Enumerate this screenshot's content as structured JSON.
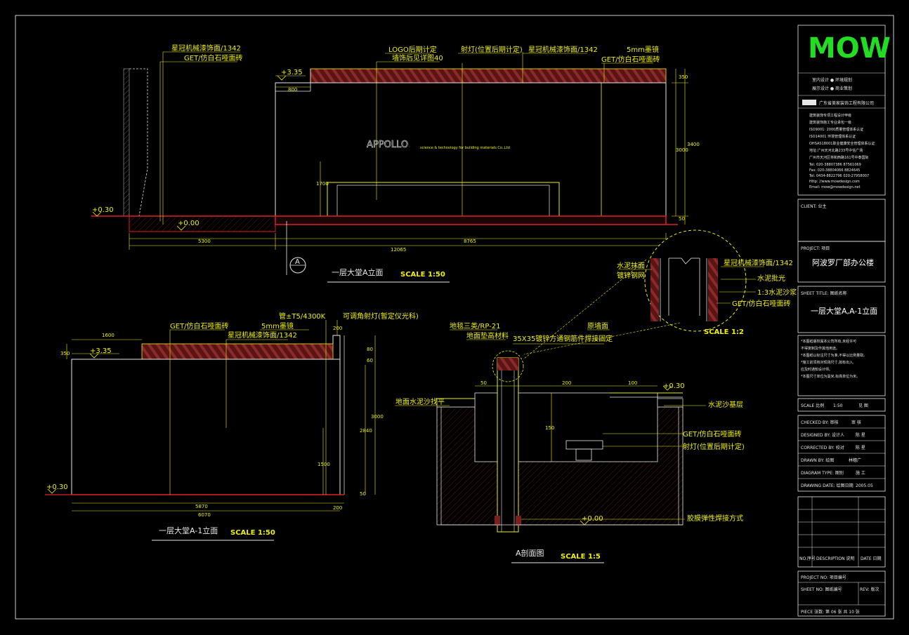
{
  "drawing_a": {
    "title": "一层大堂A立面",
    "scale": "SCALE 1:50",
    "labels": {
      "l1": "星冠机械漆饰面/1342",
      "l2": "GET/仿白石哑面砖",
      "l3": "LOGO后期计定",
      "l4": "墙饰后见详图40",
      "l5": "射灯(位置后期计定)",
      "l6": "星冠机械漆饰面/1342",
      "l7": "5mm墨镜",
      "l8": "GET/仿白石哑面砖"
    },
    "levels": {
      "top": "+3.35",
      "floor": "+0.00",
      "left": "+0.30"
    },
    "dims": {
      "d1": "5300",
      "d2": "8765",
      "d3": "12065",
      "d4": "800",
      "d5": "1700",
      "d6": "3000",
      "d7": "3400",
      "d8": "350",
      "d9": "50"
    },
    "brand": "APPOLLO",
    "brand_sub": "science & technology for building materials Co.,Ltd",
    "section_mark": "A"
  },
  "drawing_b": {
    "title": "一层大堂A-1立面",
    "scale": "SCALE 1:50",
    "labels": {
      "l1": "GET/仿白石哑面砖",
      "l2": "5mm墨镜",
      "l3": "星冠机械漆饰面/1342",
      "l4": "管±T5/4300K",
      "l5": "可调角射灯(暂定仪光科)"
    },
    "levels": {
      "top": "+3.35",
      "left": "+0.30"
    },
    "dims": {
      "d1": "1600",
      "d2": "5870",
      "d3": "6070",
      "d4": "200",
      "d5": "200",
      "d6": "350",
      "d7": "1500",
      "d8": "2840",
      "d9": "3000",
      "d10": "80",
      "d11": "60",
      "d12": "50"
    }
  },
  "drawing_c": {
    "title": "A剖面图",
    "scale": "SCALE 1:5",
    "labels": {
      "l1": "地毯三类/RP-21",
      "l2": "地面垫高材料",
      "l3": "35X35镀锌方通钢筋件焊接固定",
      "l4": "原墙面",
      "l5": "地面水泥沙找平",
      "l6": "水泥沙基层",
      "l7": "GET/仿白石哑面砖",
      "l8": "射灯(位置后期计定)",
      "l9": "胶膜弹性焊接方式"
    },
    "levels": {
      "top": "+0.30",
      "floor": "+0.00"
    },
    "dims": {
      "d1": "50",
      "d2": "200",
      "d3": "100",
      "d4": "150"
    }
  },
  "detail": {
    "scale": "SCALE 1:2",
    "labels": {
      "l1": "水泥抹面",
      "l2": "镀锌钢网",
      "l3": "星冠机械漆饰面/1342",
      "l4": "水泥批光",
      "l5": "1:3水泥沙浆",
      "l6": "GET/仿白石哑面砖"
    }
  },
  "title_block": {
    "logo": "MOW",
    "slogan1": "室内设计 ● 环境规划",
    "slogan2": "展示设计 ● 商业策划",
    "company": "广东省美家装饰工程有限公司",
    "info": [
      "建筑装饰专项工程设计甲级",
      "建筑装饰施工专业承包一级",
      "ISO9001: 2000质量管理体系认证",
      "ISO14001 环境管理体系认证",
      "OHSAS18001职业健康安全管理体系认证",
      "地址:广州天河北路233号中信广场",
      "广州市天河区林和西路161号中泰国际",
      "Tel: 020-38807386  87561069",
      "Fax: 020-38804066  8824645",
      "Tel: 0434-8822796  020-27958007",
      "Http: //www.mowdesign.com",
      "Email: mow@mowdesign.net"
    ],
    "client_label": "CLIENT: 业主",
    "project_label": "PROJECT: 项目",
    "project_name": "阿波罗厂部办公楼",
    "sheet_title_label": "SHEET TITLE: 图纸名称",
    "sheet_title": "一层大堂A,A-1立面",
    "notes": [
      "*本图纸版权属本公司所有,未经许可",
      "不得复制及作其他用途。",
      "*本图纸以标注尺寸为准,不得以比例量取。",
      "*施工前须核对现场尺寸,如有出入,",
      "应及时通知设计师。",
      "*本图尺寸单位为毫米,标高单位为米。"
    ],
    "rows": [
      {
        "label": "SCALE 比例",
        "value": "1:50",
        "extra": "见  图"
      },
      {
        "label": "CHECKED BY: 审核",
        "value": "",
        "extra": "审  核"
      },
      {
        "label": "DESIGNED BY: 设计人",
        "value": "",
        "extra": "陈  星"
      },
      {
        "label": "CORRECTED BY: 校对",
        "value": "",
        "extra": "陈  星"
      },
      {
        "label": "DRAWN BY: 绘图",
        "value": "",
        "extra": "林穗广"
      },
      {
        "label": "DIAGRAM TYPE: 图别",
        "value": "",
        "extra": "施  工"
      },
      {
        "label": "DRAWING DATE: 绘图日期",
        "value": "",
        "extra": "2005.05"
      }
    ],
    "rev_headers": {
      "no": "NO.序号",
      "desc": "DESCRIPTION 说明",
      "date": "DATE 日期"
    },
    "project_no": "PROJECT NO: 项目编号",
    "sheet_no": "SHEET NO: 图纸编号",
    "rev": "REV: 版次",
    "pages": "PIECE 张数: 第 06 张 共 10 张"
  },
  "colors": {
    "background": "#000000",
    "line_yellow": "#f0f000",
    "line_white": "#e8e8e8",
    "hatch_red": "#7a1e1e",
    "floor_red": "#e02020",
    "logo_green": "#22dd22"
  }
}
